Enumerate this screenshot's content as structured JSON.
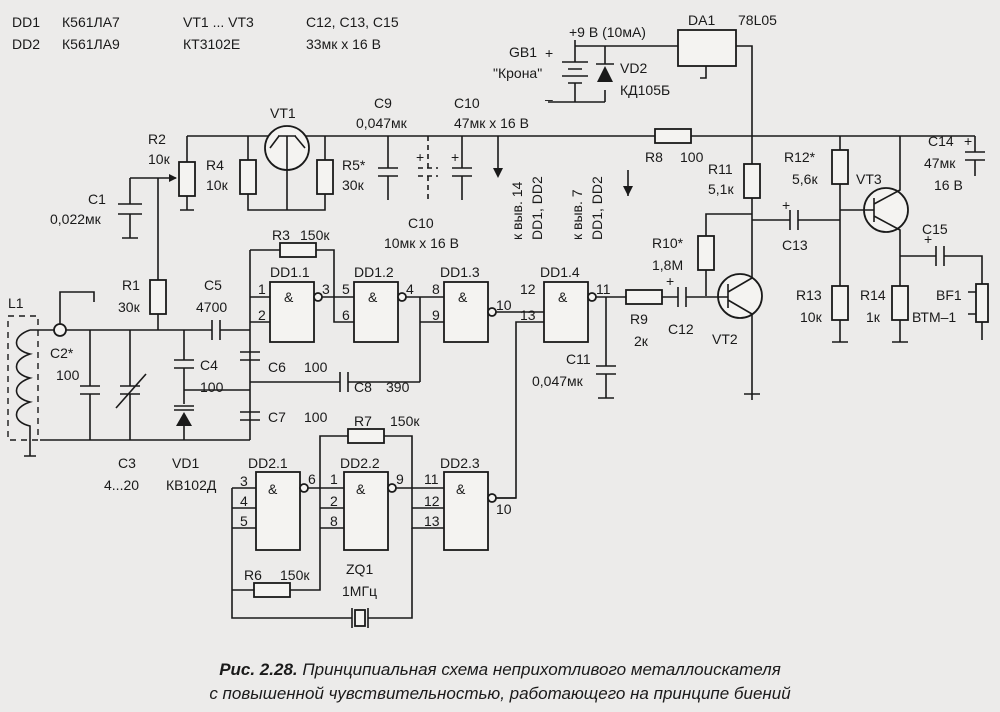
{
  "legend": {
    "dd1": "DD1",
    "dd1_type": "К561ЛА7",
    "dd2": "DD2",
    "dd2_type": "К561ЛА9",
    "vt_range": "VT1 ... VT3",
    "vt_type": "КТ3102Е",
    "c_group": "C12, C13, C15",
    "c_group_value": "33мк х 16 В"
  },
  "power": {
    "battery_ref": "GB1",
    "battery_name": "\"Крона\"",
    "plus": "+",
    "minus": "–",
    "supply": "+9 В (10мА)",
    "regulator_ref": "DA1",
    "regulator_type": "78L05",
    "diode_ref": "VD2",
    "diode_type": "КД105Б"
  },
  "pins_note": {
    "pin14_line1": "к выв. 14",
    "pin14_line2": "DD1, DD2",
    "pin7_line1": "к выв. 7",
    "pin7_line2": "DD1, DD2"
  },
  "parts": {
    "c1_ref": "C1",
    "c1_val": "0,022мк",
    "r2_ref": "R2",
    "r2_val": "10к",
    "r4_ref": "R4",
    "r4_val": "10к",
    "vt1_ref": "VT1",
    "r5_ref": "R5*",
    "r5_val": "30к",
    "c9_ref": "C9",
    "c9_val": "0,047мк",
    "c10_ref": "C10",
    "c10_val": "47мк х 16 В",
    "c10b_ref": "C10",
    "c10b_val": "10мк х 16 В",
    "r8_ref": "R8",
    "r8_val": "100",
    "r11_ref": "R11",
    "r11_val": "5,1к",
    "r12_ref": "R12*",
    "r12_val": "5,6к",
    "vt3_ref": "VT3",
    "c14_ref": "C14",
    "c14_val": "47мк",
    "c14_volt": "16 В",
    "c13_ref": "C13",
    "c15_ref": "C15",
    "r10_ref": "R10*",
    "r10_val": "1,8М",
    "r13_ref": "R13",
    "r13_val": "10к",
    "r14_ref": "R14",
    "r14_val": "1к",
    "bf1_ref": "BF1",
    "bf1_type": "ВТМ–1",
    "vt2_ref": "VT2",
    "r9_ref": "R9",
    "r9_val": "2к",
    "c12_ref": "C12",
    "c11_ref": "C11",
    "c11_val": "0,047мк",
    "r3_ref": "R3",
    "r3_val": "150к",
    "dd11": "DD1.1",
    "dd12": "DD1.2",
    "dd13": "DD1.3",
    "dd14": "DD1.4",
    "r1_ref": "R1",
    "r1_val": "30к",
    "c5_ref": "C5",
    "c5_val": "4700",
    "c4_ref": "C4",
    "c4_val": "100",
    "c6_ref": "C6",
    "c6_val": "100",
    "c8_ref": "C8",
    "c8_val": "390",
    "c7_ref": "C7",
    "c7_val": "100",
    "l1_ref": "L1",
    "c2_ref": "C2*",
    "c2_val": "100",
    "c3_ref": "C3",
    "c3_val": "4...20",
    "vd1_ref": "VD1",
    "vd1_type": "КВ102Д",
    "dd21": "DD2.1",
    "dd22": "DD2.2",
    "dd23": "DD2.3",
    "r7_ref": "R7",
    "r7_val": "150к",
    "r6_ref": "R6",
    "r6_val": "150к",
    "zq1_ref": "ZQ1",
    "zq1_val": "1МГц"
  },
  "gate_symbol": "&",
  "pins": {
    "p1": "1",
    "p2": "2",
    "p3": "3",
    "p4": "4",
    "p5": "5",
    "p6": "6",
    "p8": "8",
    "p9": "9",
    "p10": "10",
    "p11": "11",
    "p12": "12",
    "p13": "13"
  },
  "caption": {
    "label": "Рис. 2.28.",
    "line1": "Принципиальная схема неприхотливого металлоискателя",
    "line2": "с повышенной чувствительностью, работающего на принципе биений"
  }
}
